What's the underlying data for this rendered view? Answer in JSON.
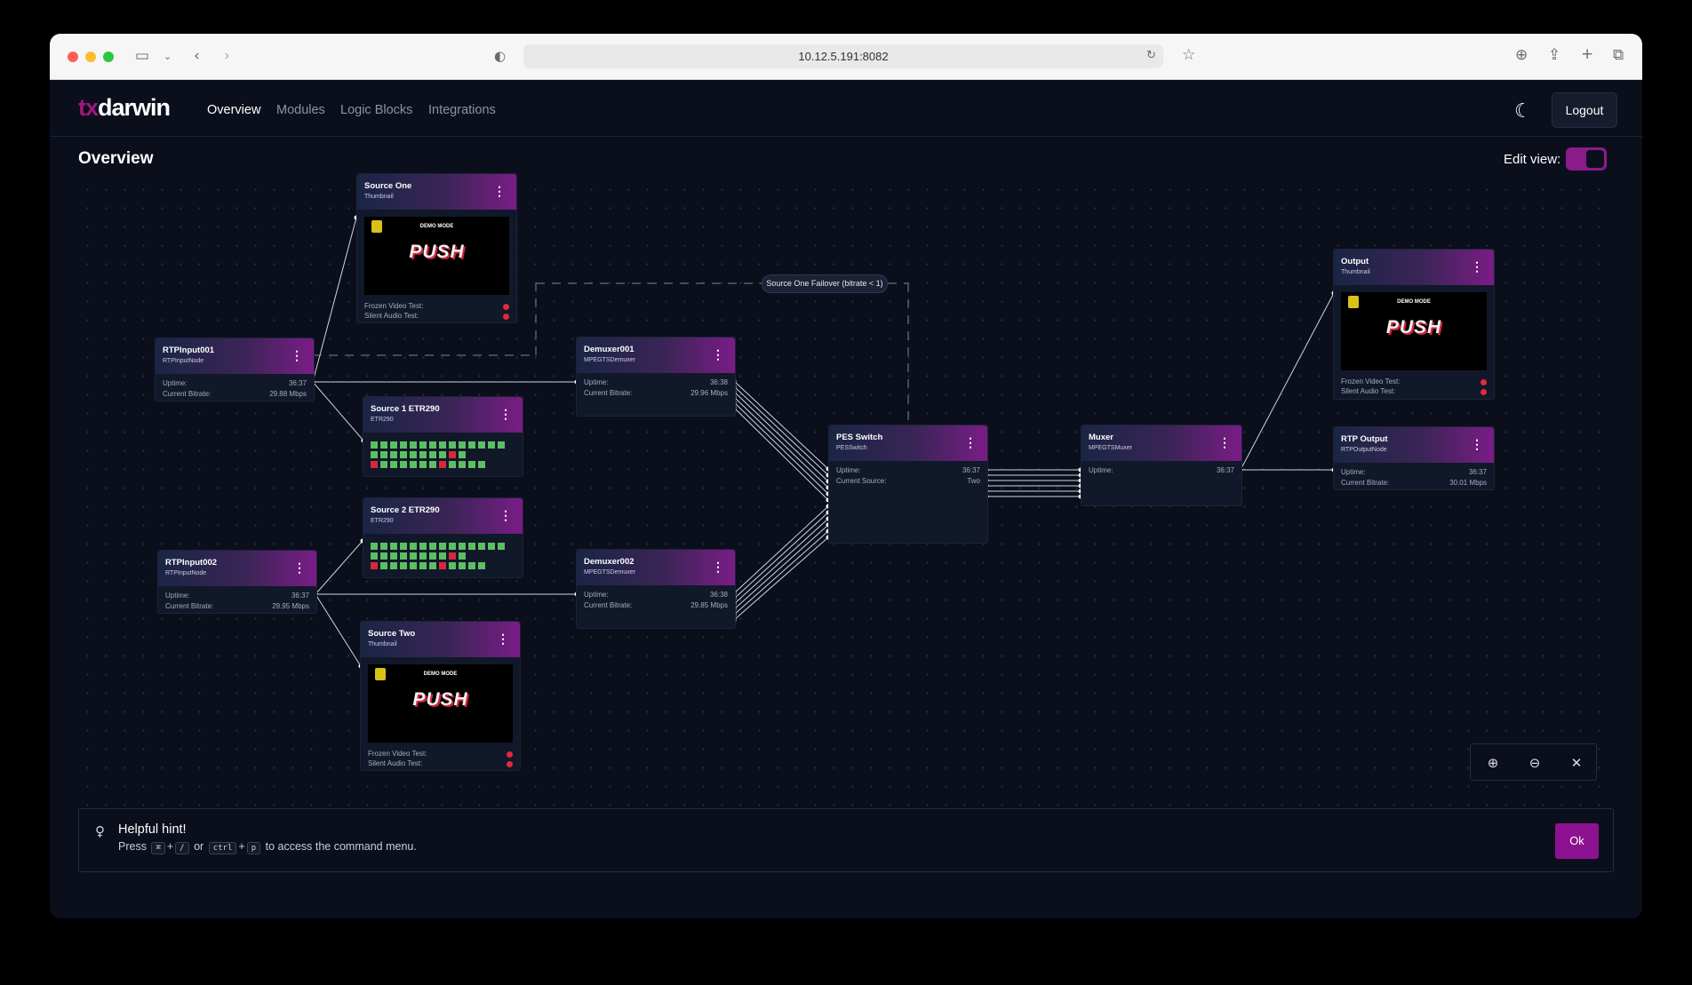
{
  "browser": {
    "url": "10.12.5.191:8082"
  },
  "app": {
    "logo_tx": "tx",
    "logo_rest": "darwin",
    "nav": [
      "Overview",
      "Modules",
      "Logic Blocks",
      "Integrations"
    ],
    "logout_label": "Logout",
    "page_title": "Overview",
    "edit_view_label": "Edit view:",
    "edit_view_on": true
  },
  "failover_label": "Source One Failover (bitrate < 1)",
  "nodes": {
    "source_one": {
      "title": "Source One",
      "type": "Thumbnail",
      "demo_text": "DEMO MODE",
      "brand": "PUSH",
      "test1": "Frozen Video Test:",
      "test2": "Silent Audio Test:"
    },
    "rtp_input_001": {
      "title": "RTPInput001",
      "type": "RTPInputNode",
      "uptime_label": "Uptime:",
      "uptime": "36:37",
      "bitrate_label": "Current Bitrate:",
      "bitrate": "29.88 Mbps"
    },
    "source1_etr": {
      "title": "Source 1 ETR290",
      "type": "ETR290"
    },
    "source2_etr": {
      "title": "Source 2 ETR290",
      "type": "ETR290"
    },
    "rtp_input_002": {
      "title": "RTPInput002",
      "type": "RTPInputNode",
      "uptime_label": "Uptime:",
      "uptime": "36:37",
      "bitrate_label": "Current Bitrate:",
      "bitrate": "29.95 Mbps"
    },
    "source_two": {
      "title": "Source Two",
      "type": "Thumbnail",
      "demo_text": "DEMO MODE",
      "brand": "PUSH",
      "test1": "Frozen Video Test:",
      "test2": "Silent Audio Test:"
    },
    "demuxer_001": {
      "title": "Demuxer001",
      "type": "MPEGTSDemuxer",
      "uptime_label": "Uptime:",
      "uptime": "36:38",
      "bitrate_label": "Current Bitrate:",
      "bitrate": "29.96 Mbps"
    },
    "demuxer_002": {
      "title": "Demuxer002",
      "type": "MPEGTSDemuxer",
      "uptime_label": "Uptime:",
      "uptime": "36:38",
      "bitrate_label": "Current Bitrate:",
      "bitrate": "29.85 Mbps"
    },
    "pes_switch": {
      "title": "PES Switch",
      "type": "PESSwitch",
      "uptime_label": "Uptime:",
      "uptime": "36:37",
      "source_label": "Current Source:",
      "source": "Two"
    },
    "muxer": {
      "title": "Muxer",
      "type": "MPEGTSMuxer",
      "uptime_label": "Uptime:",
      "uptime": "36:37"
    },
    "output": {
      "title": "Output",
      "type": "Thumbnail",
      "demo_text": "DEMO MODE",
      "brand": "PUSH",
      "test1": "Frozen Video Test:",
      "test2": "Silent Audio Test:"
    },
    "rtp_output": {
      "title": "RTP Output",
      "type": "RTPOutputNode",
      "uptime_label": "Uptime:",
      "uptime": "36:37",
      "bitrate_label": "Current Bitrate:",
      "bitrate": "30.01 Mbps"
    }
  },
  "etr_status": {
    "source1": [
      "g",
      "g",
      "g",
      "g",
      "g",
      "g",
      "g",
      "g",
      "g",
      "g",
      "g",
      "g",
      "g",
      "g",
      "g",
      "g",
      "g",
      "g",
      "g",
      "g",
      "g",
      "g",
      "r",
      "g",
      "r",
      "g",
      "g",
      "g",
      "g",
      "g",
      "g",
      "r",
      "g",
      "g",
      "g",
      "g"
    ],
    "source2": [
      "g",
      "g",
      "g",
      "g",
      "g",
      "g",
      "g",
      "g",
      "g",
      "g",
      "g",
      "g",
      "g",
      "g",
      "g",
      "g",
      "g",
      "g",
      "g",
      "g",
      "g",
      "g",
      "r",
      "g",
      "r",
      "g",
      "g",
      "g",
      "g",
      "g",
      "g",
      "r",
      "g",
      "g",
      "g",
      "g"
    ]
  },
  "hint": {
    "title": "Helpful hint!",
    "press": "Press",
    "key1": "⌘",
    "plus1": "+",
    "key2": "/",
    "or": "or",
    "key3": "ctrl",
    "plus2": "+",
    "key4": "p",
    "tail": "to access the command menu.",
    "ok_label": "Ok"
  },
  "colors": {
    "accent": "#8d1291",
    "status_bad": "#e3293b",
    "status_good": "#5bc062"
  }
}
